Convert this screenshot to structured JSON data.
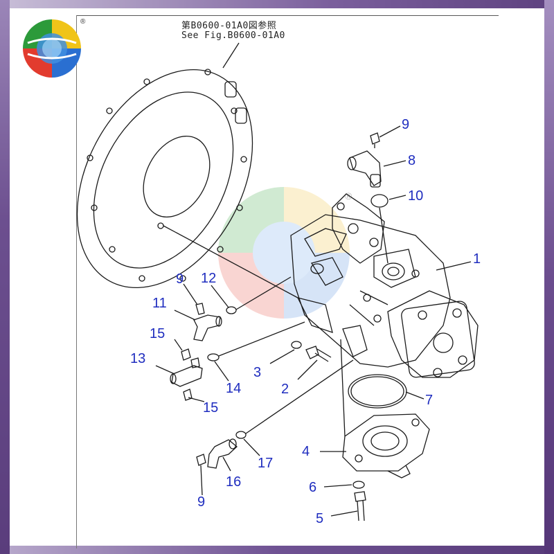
{
  "reference": {
    "line1": "第B0600-01A0図参照",
    "line2": "See Fig.B0600-01A0"
  },
  "logo": {
    "registered_mark": "®"
  },
  "watermark": {
    "registered_mark": "®"
  },
  "callouts": {
    "c1": "1",
    "c2": "2",
    "c3": "3",
    "c4": "4",
    "c5": "5",
    "c6": "6",
    "c7": "7",
    "c8": "8",
    "c9_top": "9",
    "c9_left": "9",
    "c9_bottom": "9",
    "c10": "10",
    "c11": "11",
    "c12": "12",
    "c13": "13",
    "c14": "14",
    "c15_top": "15",
    "c15_bottom": "15",
    "c16": "16",
    "c17": "17"
  },
  "colors": {
    "callout": "#1f2dbf",
    "frame": "#6c4f8f",
    "line_art": "#1a1a1a"
  }
}
